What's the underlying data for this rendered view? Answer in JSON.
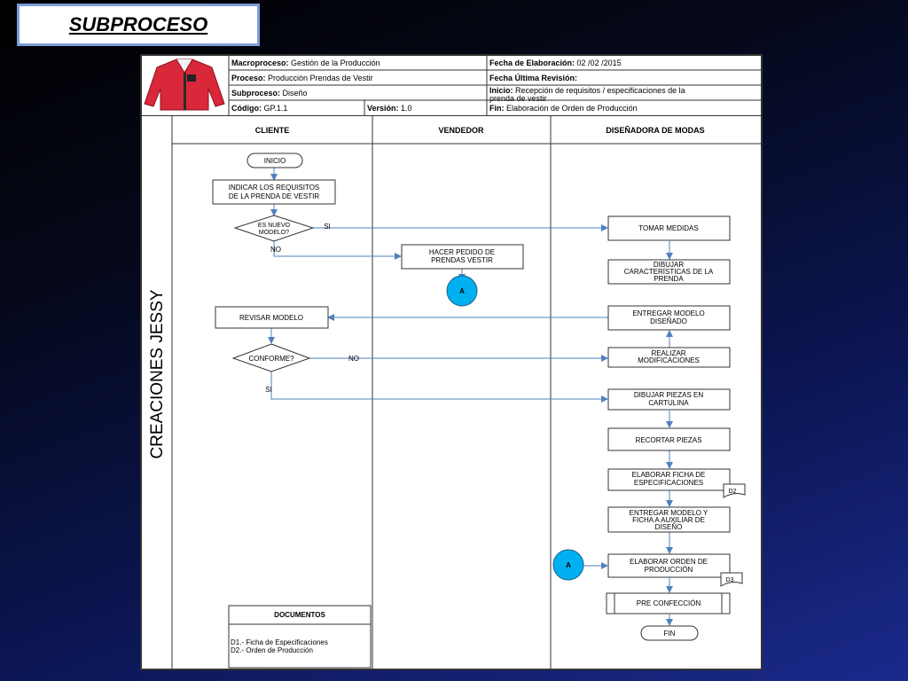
{
  "slide_title": "SUBPROCESO",
  "header": {
    "macroproceso": {
      "label": "Macroproceso:",
      "value": "Gestión de la Producción"
    },
    "proceso": {
      "label": "Proceso:",
      "value": "Producción Prendas de Vestir"
    },
    "subproceso": {
      "label": "Subproceso:",
      "value": "Diseño"
    },
    "codigo": {
      "label": "Código:",
      "value": "GP.1.1"
    },
    "version": {
      "label": "Versión:",
      "value": "1.0"
    },
    "fecha_elaboracion": {
      "label": "Fecha de Elaboración:",
      "value": "02 /02 /2015"
    },
    "fecha_revision": {
      "label": "Fecha Última Revisión:",
      "value": ""
    },
    "inicio": {
      "label": "Inicio:",
      "value_line1": "Recepción de requisitos / especificaciones de la",
      "value_line2": "prenda de vestir"
    },
    "fin": {
      "label": "Fin:",
      "value": "Elaboración de Orden de Producción"
    }
  },
  "side_label": "CREACIONES JESSY",
  "lanes": {
    "cliente": "CLIENTE",
    "vendedor": "VENDEDOR",
    "disenadora": "DISEÑADORA DE MODAS"
  },
  "nodes": {
    "inicio": "INICIO",
    "indicar_1": "INDICAR LOS REQUISITOS",
    "indicar_2": "DE LA PRENDA DE VESTIR",
    "es_nuevo_1": "ES NUEVO",
    "es_nuevo_2": "MODELO?",
    "si_1": "SI",
    "no_1": "NO",
    "tomar": "TOMAR MEDIDAS",
    "hacer_1": "HACER PEDIDO DE",
    "hacer_2": "PRENDAS VESTIR",
    "conector_a": "A",
    "dibujar_1": "DIBUJAR",
    "dibujar_2": "CARACTERÍSTICAS DE LA",
    "dibujar_3": "PRENDA",
    "revisar": "REVISAR MODELO",
    "entregar_1": "ENTREGAR MODELO",
    "entregar_2": "DISEÑADO",
    "conforme": "CONFORME?",
    "no_2": "NO",
    "si_2": "SI",
    "realizar_1": "REALIZAR",
    "realizar_2": "MODIFICACIONES",
    "piezas_1": "DIBUJAR PIEZAS EN",
    "piezas_2": "CARTULINA",
    "recortar": "RECORTAR PIEZAS",
    "ficha_1": "ELABORAR FICHA DE",
    "ficha_2": "ESPECIFICACIONES",
    "doc_d2": "D2",
    "entregar2_1": "ENTREGAR MODELO Y",
    "entregar2_2": "FICHA A AUXILIAR DE",
    "entregar2_3": "DISEÑO",
    "orden_1": "ELABORAR ORDEN DE",
    "orden_2": "PRODUCCIÓN",
    "doc_d3": "D3",
    "pre": "PRE CONFECCIÓN",
    "fin": "FIN"
  },
  "documents": {
    "title": "DOCUMENTOS",
    "items": [
      "D1.- Ficha de Especificaciones",
      "D2.- Orden de Producción"
    ]
  },
  "colors": {
    "connector": "#4f81bd",
    "circle_fill": "#00b0f0",
    "jacket": "#d8283a"
  }
}
